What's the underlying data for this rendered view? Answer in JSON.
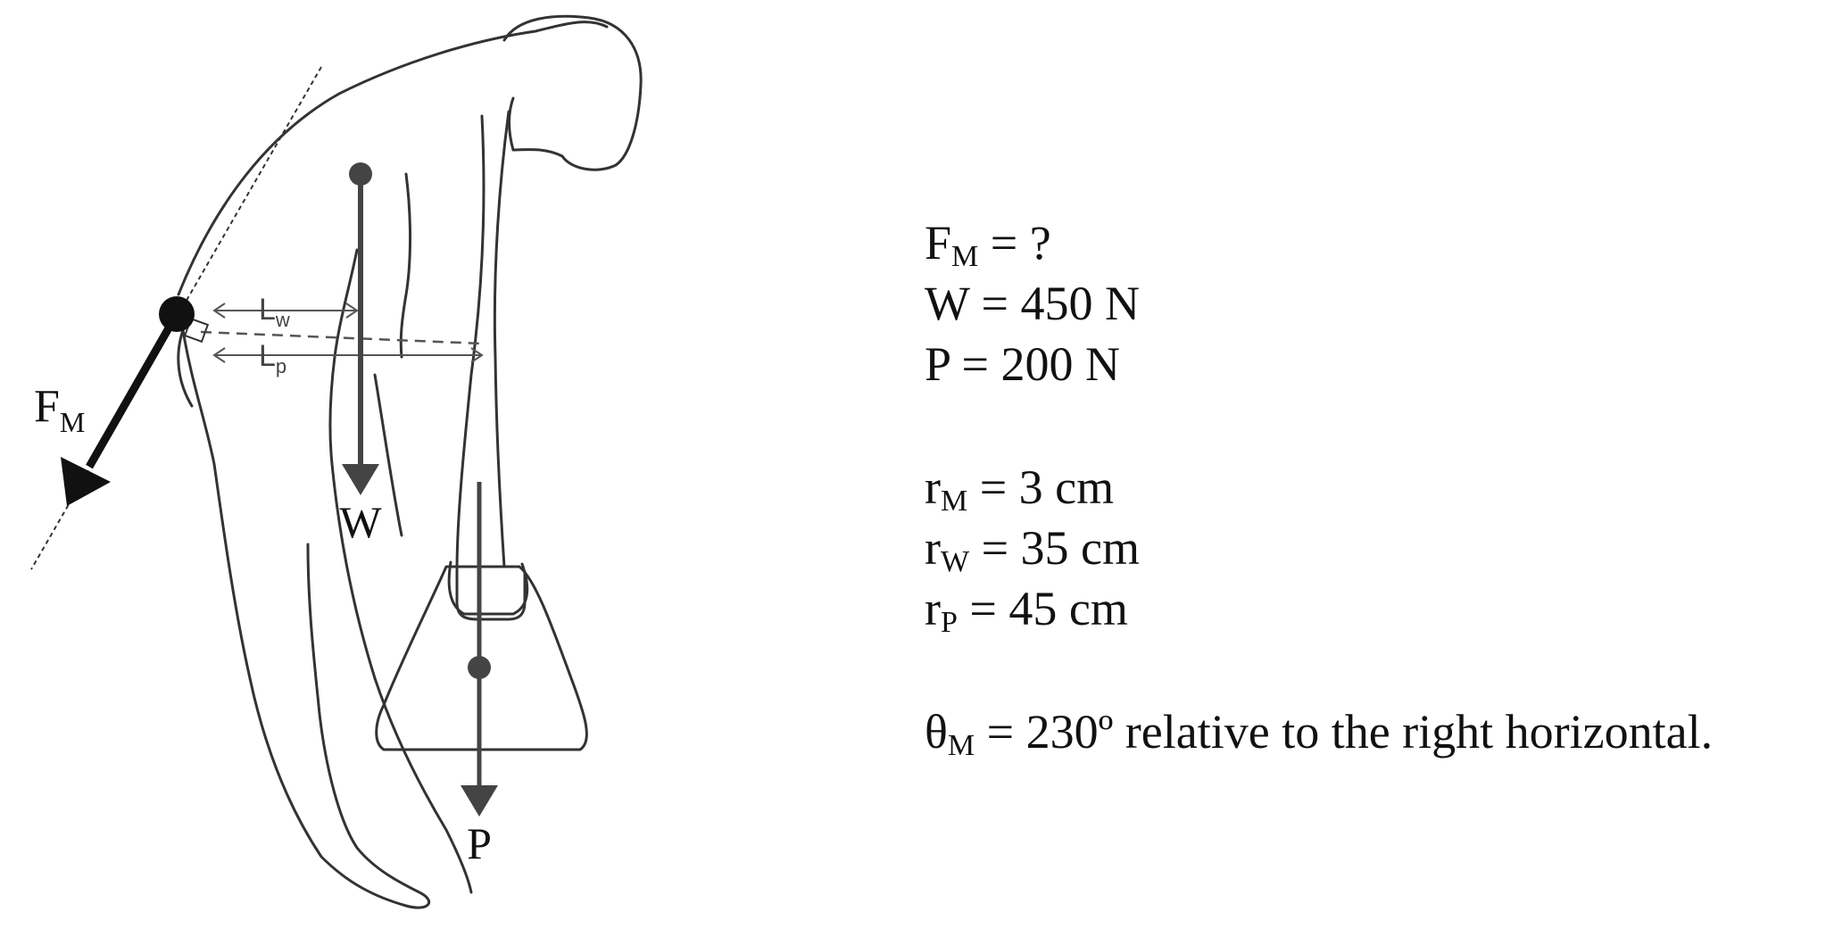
{
  "figure": {
    "labels": {
      "fm_main": "F",
      "fm_sub": "M",
      "w": "W",
      "p": "P",
      "lw_main": "L",
      "lw_sub": "w",
      "lp_main": "L",
      "lp_sub": "p"
    }
  },
  "givens": {
    "fm": {
      "sym": "F",
      "sub": "M",
      "rest": " = ?"
    },
    "w": {
      "sym": "W",
      "sub": "",
      "rest": " = 450 N"
    },
    "p": {
      "sym": "P",
      "sub": "",
      "rest": " = 200 N"
    },
    "rm": {
      "sym": "r",
      "sub": "M",
      "rest": " = 3 cm"
    },
    "rw": {
      "sym": "r",
      "sub": "W",
      "rest": " = 35 cm"
    },
    "rp": {
      "sym": "r",
      "sub": "P",
      "rest": " = 45 cm"
    },
    "theta": {
      "sym": "θ",
      "sub": "M",
      "rest": " = 230º relative to the right horizontal."
    }
  },
  "colors": {
    "ink": "#111111",
    "outline": "#333333",
    "arrow": "#444444"
  }
}
